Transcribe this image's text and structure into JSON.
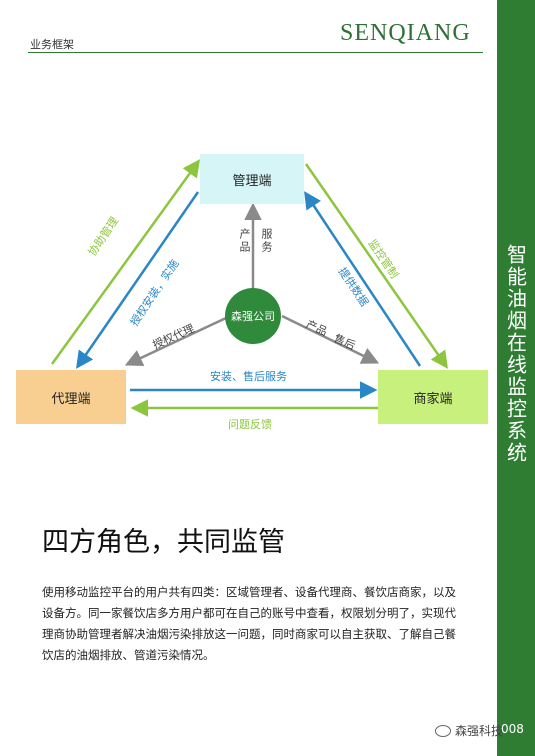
{
  "header": {
    "section_label": "业务框架",
    "brand": "SENQIANG"
  },
  "sidebar": {
    "title": "智能油烟在线监控系统"
  },
  "diagram": {
    "nodes": {
      "management": "管理端",
      "agent": "代理端",
      "merchant": "商家端",
      "company": "森强公司"
    },
    "edges": {
      "agent_to_mgmt": "协助管理",
      "mgmt_to_agent": "授权安装，实施",
      "mgmt_to_merchant": "监控管制",
      "merchant_to_mgmt": "提供数据",
      "agent_to_merchant": "安装、售后服务",
      "merchant_to_agent": "问题反馈",
      "company_to_mgmt_a": "产品",
      "company_to_mgmt_b": "服务",
      "company_to_agent": "授权代理",
      "company_to_merchant_a": "产品",
      "company_to_merchant_b": "售后"
    },
    "colors": {
      "green_arrow": "#8cc63f",
      "blue_arrow": "#2b86c5",
      "gray_arrow": "#8a8a8a",
      "mgmt_fill": "#d6f5f7",
      "agent_fill": "#f8cf90",
      "merchant_fill": "#c8f07c",
      "company_fill": "#2f8a3c"
    }
  },
  "heading": "四方角色，共同监管",
  "body": "使用移动监控平台的用户共有四类：区域管理者、设备代理商、餐饮店商家，以及设备方。同一家餐饮店多方用户都可在自己的账号中查看，权限划分明了，实现代理商协助管理者解决油烟污染排放这一问题，同时商家可以自主获取、了解自己餐饮店的油烟排放、管道污染情况。",
  "footer": {
    "watermark": "森强科技",
    "page_number": "008"
  }
}
